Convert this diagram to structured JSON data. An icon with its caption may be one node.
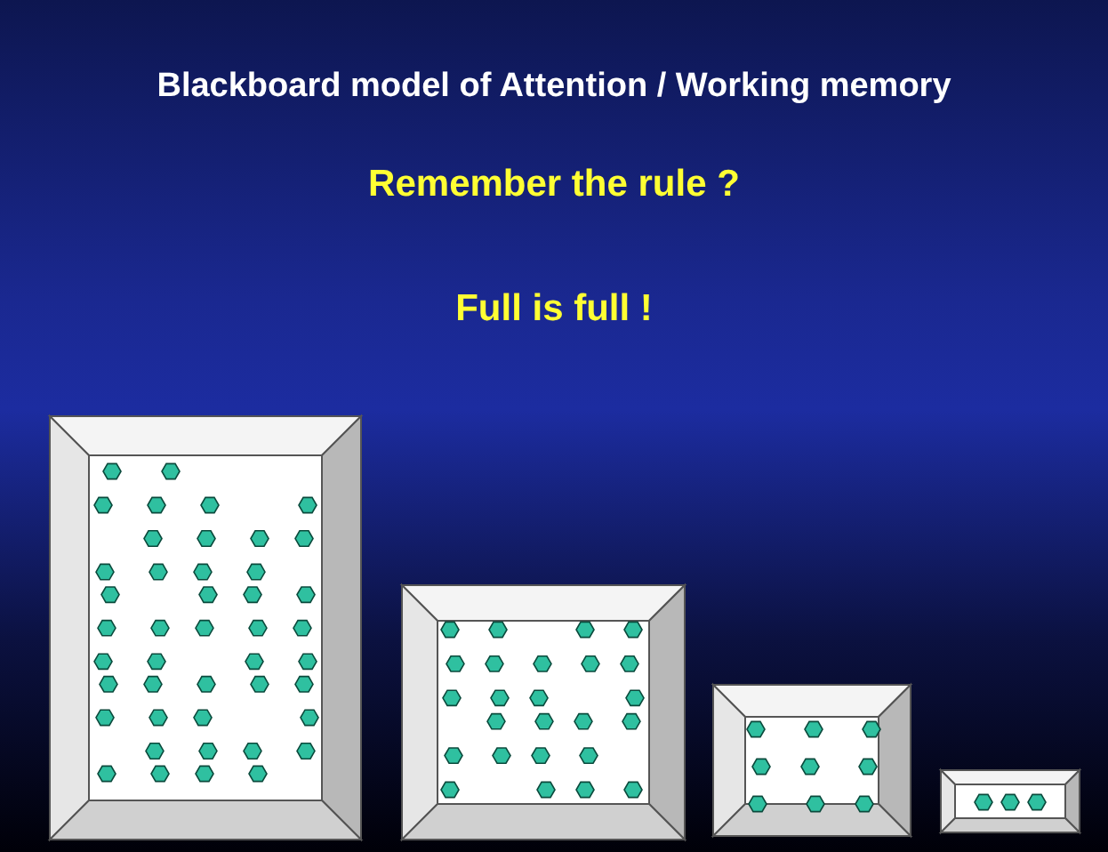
{
  "diagram": {
    "title": "Blackboard model of Attention / Working memory",
    "labels": [
      "Remember the rule ?",
      "Full is full !"
    ]
  }
}
